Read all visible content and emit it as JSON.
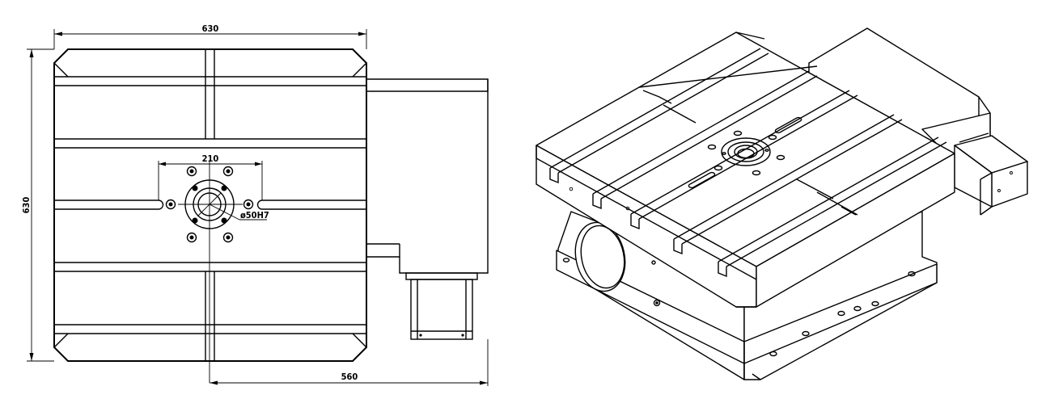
{
  "drawing": {
    "plan_view": {
      "dimensions": {
        "overall_width": "630",
        "overall_height": "630",
        "slot_spacing": "210",
        "center_to_motor": "560",
        "bore": "ø50H7"
      }
    }
  }
}
